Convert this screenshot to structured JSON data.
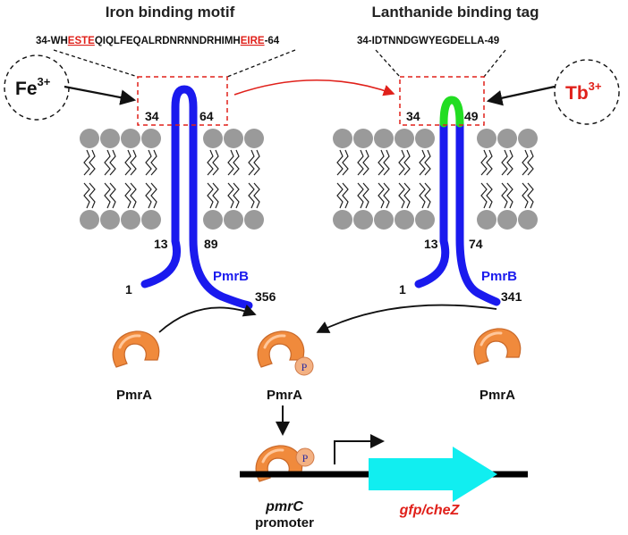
{
  "titles": {
    "left": "Iron binding motif",
    "right": "Lanthanide binding tag"
  },
  "sequences": {
    "left": {
      "prefix": "34-WH",
      "motif1": "ESTE",
      "middle": "QIQLFEQALRDNRNNDRHIMH",
      "motif2": "EIRE",
      "suffix": "-64"
    },
    "right": "34-IDTNNDGWYEGDELLA-49"
  },
  "ions": {
    "left": {
      "symbol": "Fe",
      "charge": "3+",
      "color": "#111111"
    },
    "right": {
      "symbol": "Tb",
      "charge": "3+",
      "color": "#e0201a"
    }
  },
  "residues": {
    "left": {
      "loop_start": "34",
      "loop_end": "64",
      "tm_inner": "13",
      "tm_outer": "89",
      "n_term": "1",
      "c_term": "356"
    },
    "right": {
      "loop_start": "34",
      "loop_end": "49",
      "tm_inner": "13",
      "tm_outer": "74",
      "n_term": "1",
      "c_term": "341"
    }
  },
  "proteins": {
    "pmrb": "PmrB",
    "pmra": "PmrA",
    "phospho": "P"
  },
  "promoter": {
    "gene": "pmrC",
    "label": "promoter"
  },
  "reporter": "gfp/cheZ",
  "colors": {
    "pmrb": "#1a1aee",
    "lbt_loop": "#22dd22",
    "pmra": "#f08a3c",
    "phospho": "#f3b183",
    "reporter_arrow": "#11eef0",
    "highlight": "#e0201a",
    "lipid_head": "#9a9a9a"
  },
  "icons": [
    "dashed-ion-circle",
    "membrane-lipid",
    "pmra-protein",
    "phosphate-circle",
    "promoter-arrow",
    "reporter-gene-arrow"
  ]
}
